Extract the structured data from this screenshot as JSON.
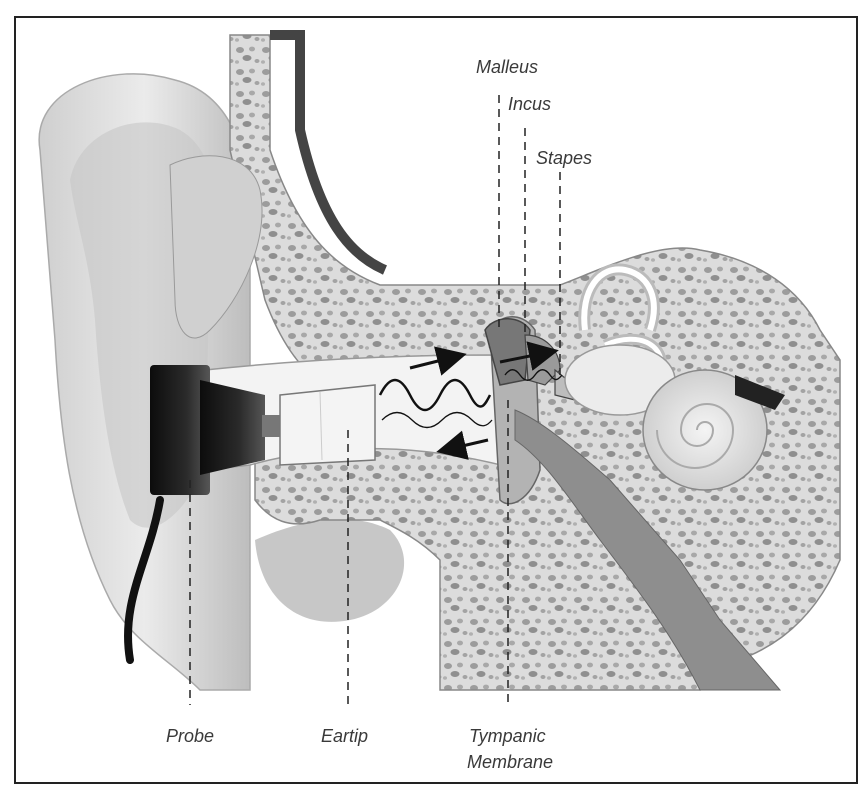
{
  "labels": {
    "malleus": "Malleus",
    "incus": "Incus",
    "stapes": "Stapes",
    "probe": "Probe",
    "eartip": "Eartip",
    "tympanic_line1": "Tympanic",
    "tympanic_line2": "Membrane"
  },
  "colors": {
    "frame": "#222222",
    "skin_light": "#e8e8e8",
    "skin_mid": "#cfcfcf",
    "skin_dark": "#9a9a9a",
    "bone": "#d6d6d6",
    "canal": "#f4f4f4",
    "probe": "#1c1c1c",
    "eartip": "#f2f2f2",
    "wave": "#111111",
    "arrow": "#111111"
  },
  "icons": [
    "probe-device",
    "eartip",
    "cochlea",
    "semicircular-canals",
    "sound-wave",
    "direction-arrow"
  ]
}
